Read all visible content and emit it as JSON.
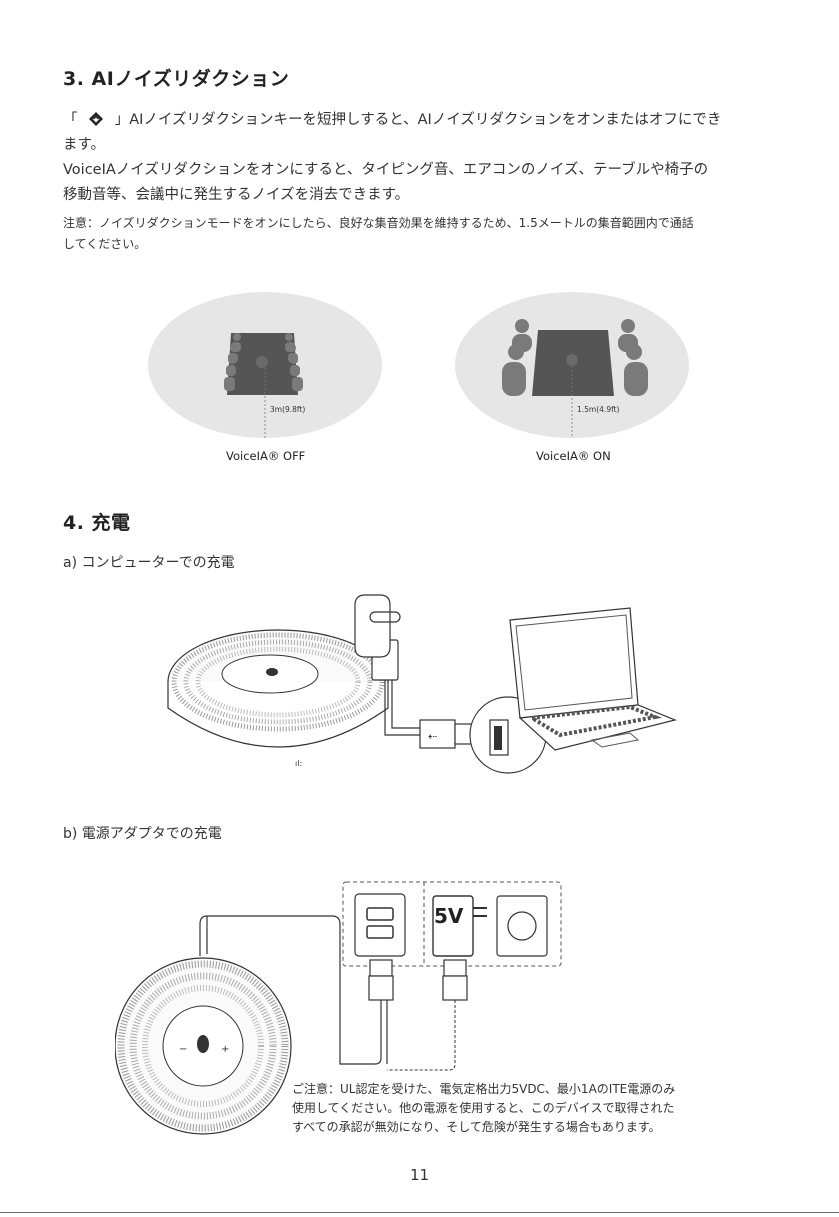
{
  "section3": {
    "heading": "3. AIノイズリダクション",
    "para1_pre": "「",
    "para1_post": "」AIノイズリダクションキーを短押しすると、AIノイズリダクションをオンまたはオフにでき",
    "para1_line2": "ます。",
    "para2_line1": "VoiceIAノイズリダクションをオンにすると、タイピング音、エアコンのノイズ、テーブルや椅子の",
    "para2_line2": "移動音等、会議中に発生するノイズを消去できます。",
    "note_line1": "注意：ノイズリダクションモードをオンにしたら、良好な集音効果を維持するため、1.5メートルの集音範囲内で通話",
    "note_line2": "してください。",
    "diagram_off": {
      "distance": "3m(9.8ft)",
      "caption": "VoiceIA® OFF"
    },
    "diagram_on": {
      "distance": "1.5m(4.9ft)",
      "caption": "VoiceIA® ON"
    }
  },
  "section4": {
    "heading": "4. 充電",
    "sub_a": "a) コンピューターでの充電",
    "sub_b": "b) 電源アダプタでの充電",
    "adapter_label": "5V",
    "caution_line1": "ご注意：UL認定を受けた、電気定格出力5VDC、最小1AのITE電源のみ",
    "caution_line2": "使用してください。他の電源を使用すると、このデバイスで取得された",
    "caution_line3": "すべての承認が無効になり、そして危険が発生する場合もあります。"
  },
  "page_number": "11",
  "colors": {
    "ellipse": "#e6e6e6",
    "table": "#555555",
    "people": "#7a7a7a",
    "line": "#333333"
  }
}
